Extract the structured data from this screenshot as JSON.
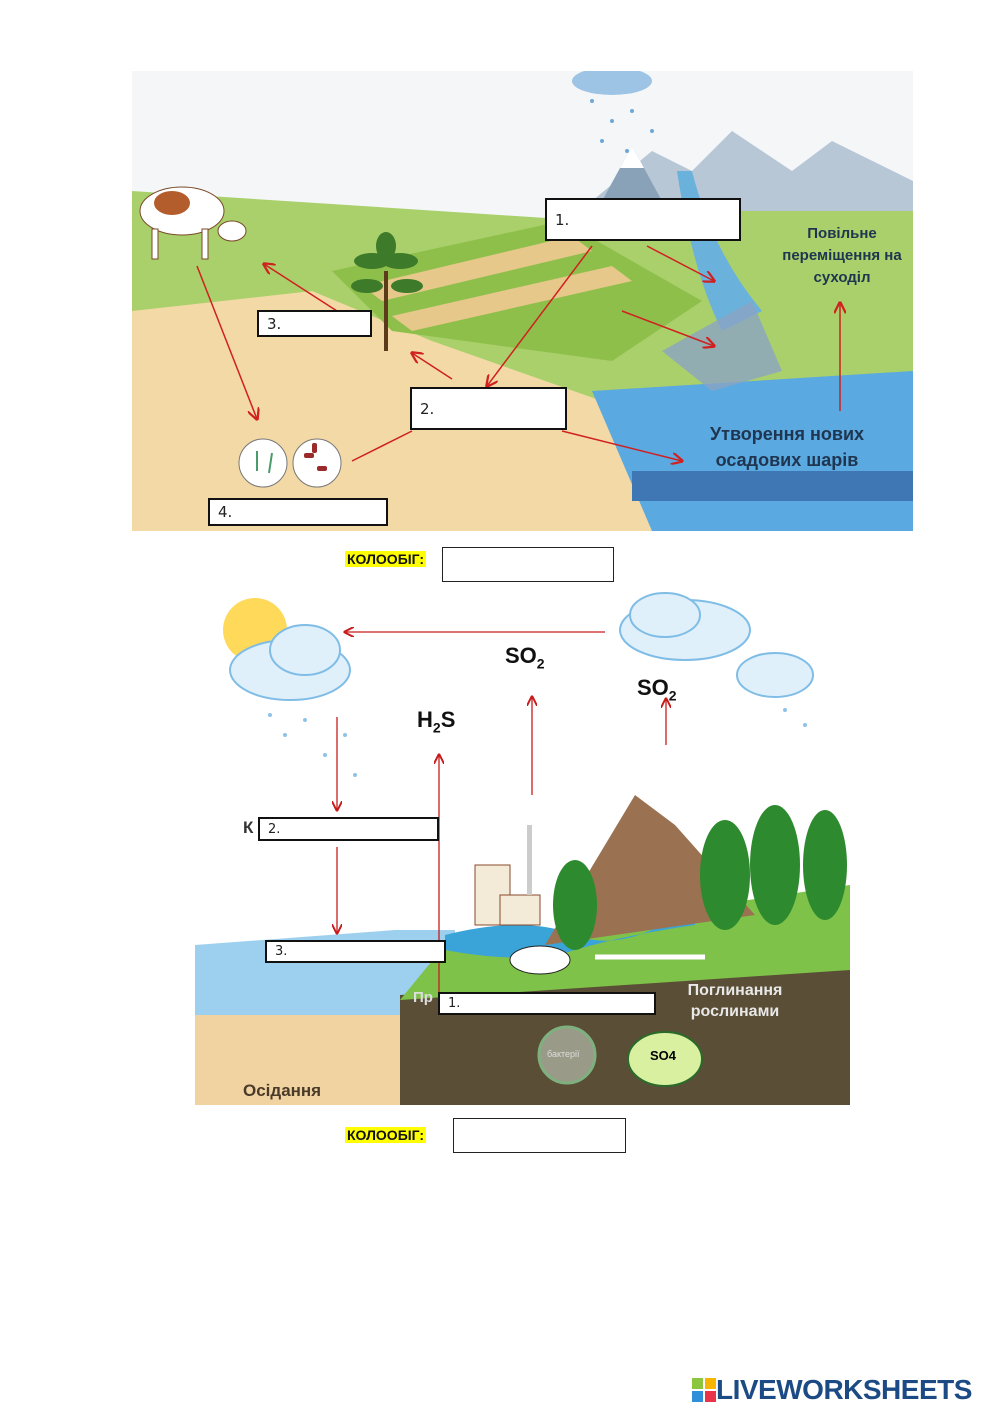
{
  "top_diagram": {
    "boxes": [
      "1.",
      "2.",
      "3.",
      "4."
    ],
    "text_slow_move": "Повільне переміщення на суходіл",
    "text_new_layers": "Утворення нових осадових шарів",
    "cycle_label": "КОЛООБІГ:"
  },
  "bottom_diagram": {
    "boxes": [
      "1.",
      "2.",
      "3."
    ],
    "so2_left": "SO2",
    "so2_right": "SO2",
    "h2s": "H2S",
    "so4": "SO4",
    "bacteria": "бактерії",
    "plants_absorb": "Поглинання рослинами",
    "sedimentation": "Осідання",
    "partial_k": "К",
    "partial_pr": "Пр",
    "cycle_label": "КОЛООБІГ:"
  },
  "footer": {
    "logo": "LIVEWORKSHEETS",
    "logo_live": "LIVE"
  }
}
